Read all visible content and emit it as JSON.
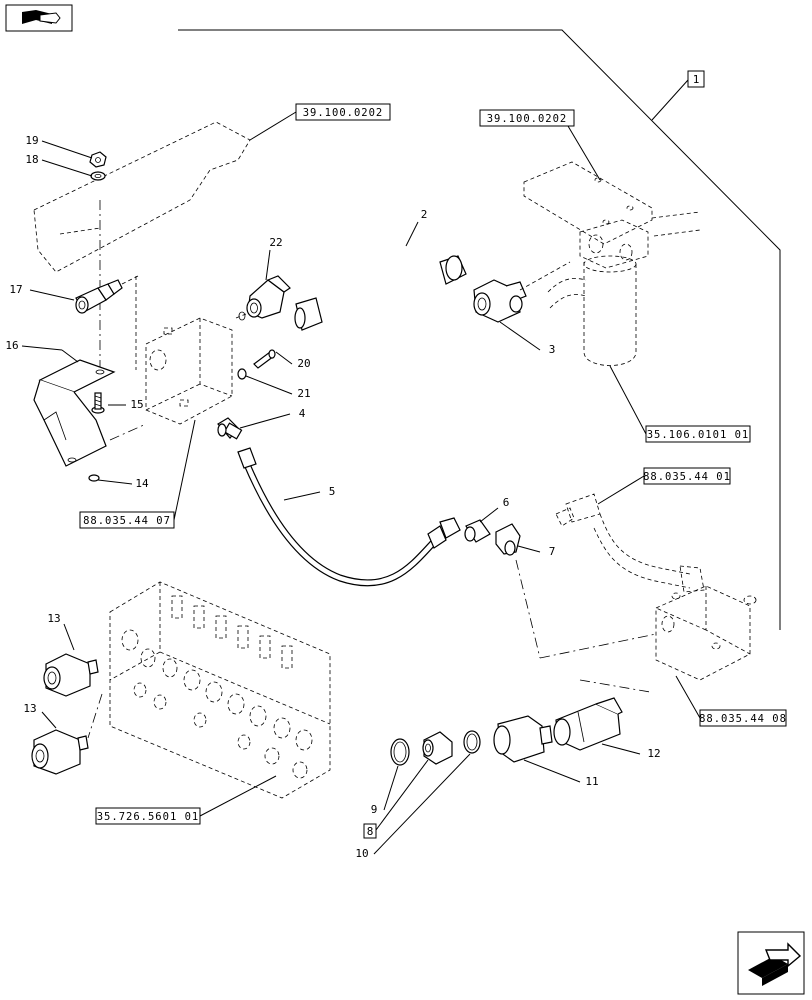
{
  "refs": {
    "r1": "39.100.0202",
    "r2": "39.100.0202",
    "r3": "35.106.0101 01",
    "r4": "88.035.44 07",
    "r5": "88.035.44 01",
    "r6": "88.035.44 08",
    "r7": "35.726.5601 01"
  },
  "callouts": {
    "c1": "1",
    "c2": "2",
    "c3": "3",
    "c4": "4",
    "c5": "5",
    "c6": "6",
    "c7": "7",
    "c8": "8",
    "c9": "9",
    "c10": "10",
    "c11": "11",
    "c12": "12",
    "c13a": "13",
    "c13b": "13",
    "c14": "14",
    "c15": "15",
    "c16": "16",
    "c17": "17",
    "c18": "18",
    "c19": "19",
    "c20": "20",
    "c21": "21",
    "c22": "22"
  },
  "icons": {
    "top_left": "book-icon",
    "bottom_right": "next-page-arrow-icon"
  }
}
